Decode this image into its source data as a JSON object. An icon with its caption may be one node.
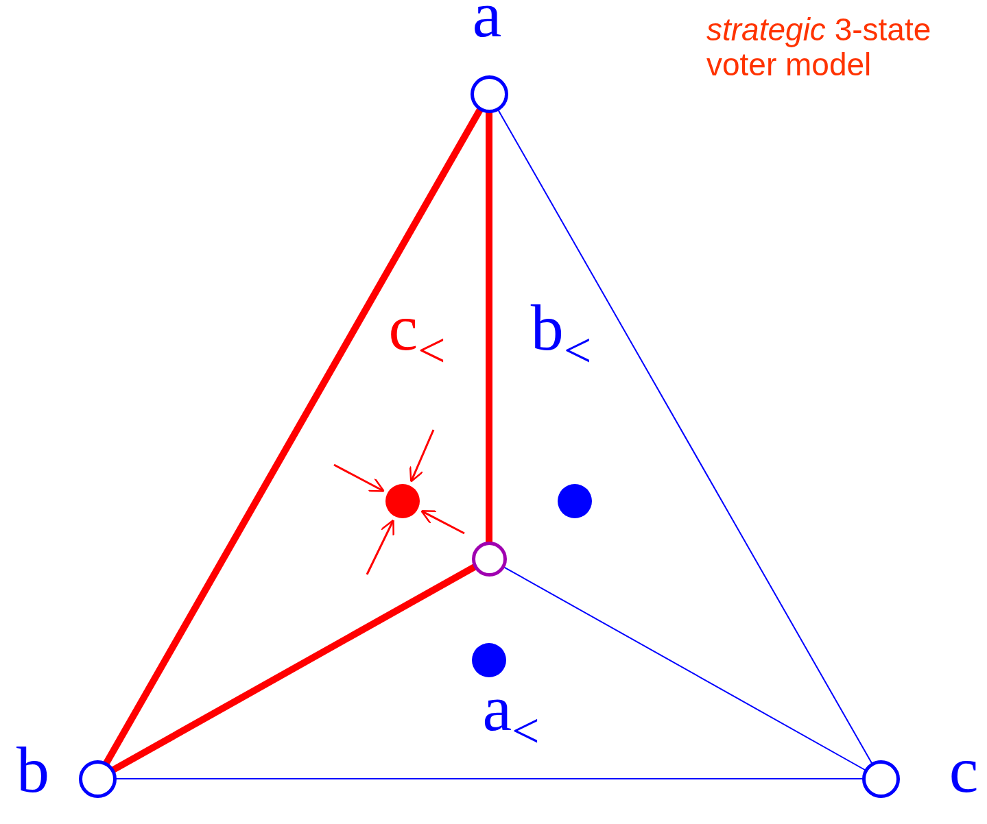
{
  "diagram": {
    "title": "*strategic* 3-state voter model",
    "nodes": [
      {
        "text": [],
        "shape": "circle",
        "beside": [
          "a"
        ]
      },
      {
        "text": [],
        "shape": "circle",
        "beside": [
          "b"
        ]
      },
      {
        "text": [],
        "shape": "circle",
        "beside": [
          "c"
        ]
      },
      {
        "text": [],
        "shape": "circle"
      },
      {
        "text": [],
        "shape": "circle"
      },
      {
        "text": [],
        "shape": "circle"
      },
      {
        "text": [],
        "shape": "circle"
      }
    ],
    "edges": [
      {
        "from": 0,
        "to": 1,
        "arrow": "none",
        "style": "thick",
        "color": "#ff0000"
      },
      {
        "from": 0,
        "to": 3,
        "arrow": "none",
        "style": "thick",
        "color": "#ff0000"
      },
      {
        "from": 1,
        "to": 3,
        "arrow": "none",
        "style": "thick",
        "color": "#ff0000"
      },
      {
        "from": 0,
        "to": 2,
        "arrow": "none",
        "color": "#0000ff"
      },
      {
        "from": 1,
        "to": 2,
        "arrow": "none",
        "color": "#0000ff"
      },
      {
        "from": 3,
        "to": 2,
        "arrow": "none",
        "color": "#0000ff"
      },
      {
        "from": null,
        "to": 4,
        "arrow": "to",
        "color": "#ff0000"
      },
      {
        "from": null,
        "to": 4,
        "arrow": "to",
        "color": "#ff0000"
      },
      {
        "from": null,
        "to": 4,
        "arrow": "to",
        "color": "#ff0000"
      },
      {
        "from": null,
        "to": 4,
        "arrow": "to",
        "color": "#ff0000"
      }
    ],
    "labels": [
      "c$_{<}$",
      "b$_{<}$",
      "a$_{<}$"
    ]
  }
}
